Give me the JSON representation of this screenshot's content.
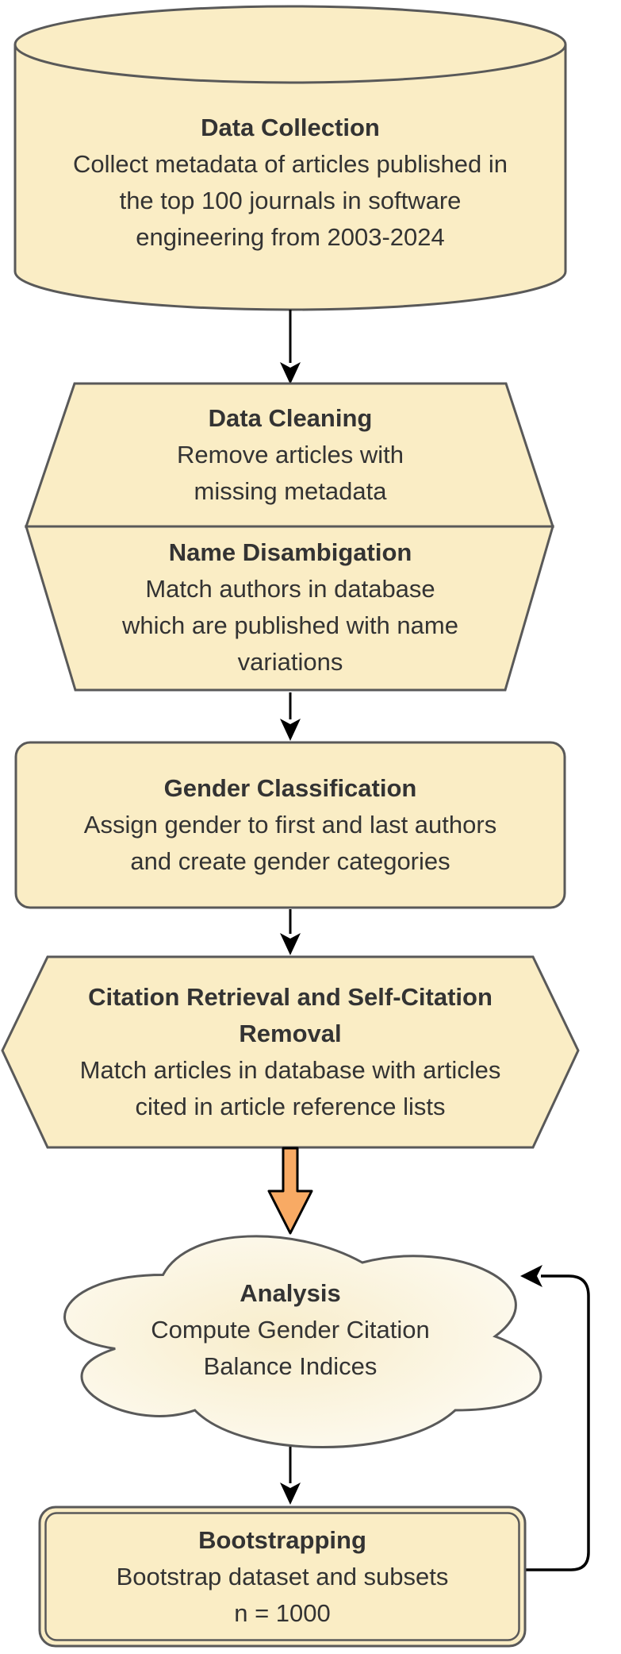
{
  "colors": {
    "background": "#FFFFFF",
    "shape_fill": "#FAEDC5",
    "shape_stroke": "#595959",
    "cloud_fill_center": "#F8EDCB",
    "cloud_fill_edge": "#FEFDF8",
    "arrow_color": "#000000",
    "highlight_arrow_fill": "#F8AA64",
    "text_color": "#333333"
  },
  "diagram": {
    "nodes": {
      "data_collection": {
        "shape": "cylinder",
        "title": "Data Collection",
        "lines": [
          "Collect metadata of articles published in",
          "the top 100 journals in software",
          "engineering from 2003-2024"
        ]
      },
      "data_cleaning": {
        "shape": "trapezoid-widening",
        "title": "Data Cleaning",
        "lines": [
          "Remove articles with",
          "missing metadata"
        ]
      },
      "name_disambigation": {
        "shape": "trapezoid-narrowing",
        "title": "Name Disambigation",
        "lines": [
          "Match authors in database",
          "which are published with name",
          "variations"
        ]
      },
      "gender_classification": {
        "shape": "rounded-rectangle",
        "title": "Gender Classification",
        "lines": [
          "Assign gender to first and last authors",
          "and create gender categories"
        ]
      },
      "citation_retrieval": {
        "shape": "hexagon",
        "title_lines": [
          "Citation Retrieval and Self-Citation",
          "Removal"
        ],
        "lines": [
          "Match articles in database with articles",
          "cited in article reference lists"
        ]
      },
      "analysis": {
        "shape": "cloud",
        "title": "Analysis",
        "lines": [
          "Compute Gender Citation",
          "Balance Indices"
        ]
      },
      "bootstrapping": {
        "shape": "double-rounded-rectangle",
        "title": "Bootstrapping",
        "lines": [
          "Bootstrap dataset and subsets",
          "n = 1000"
        ]
      }
    }
  }
}
